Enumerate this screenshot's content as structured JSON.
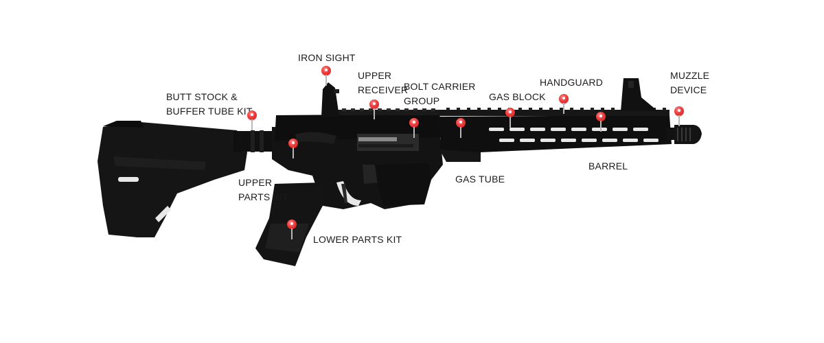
{
  "labels": {
    "iron_sight": "IRON SIGHT",
    "upper_receiver": "UPPER\nRECEIVER",
    "bolt_carrier_group": "BOLT CARRIER\nGROUP",
    "handguard": "HANDGUARD",
    "gas_block": "GAS BLOCK",
    "muzzle_device": "MUZZLE\nDEVICE",
    "butt_stock": "BUTT STOCK &\nBUFFER TUBE KIT",
    "upper_parts_kit": "UPPER\nPARTS KIT",
    "lower_parts_kit": "LOWER PARTS KIT",
    "gas_tube": "GAS TUBE",
    "barrel": "BARREL"
  },
  "colors": {
    "pin": "#ef3b3b",
    "rifle": "#121212",
    "text": "#1b1b1b"
  }
}
